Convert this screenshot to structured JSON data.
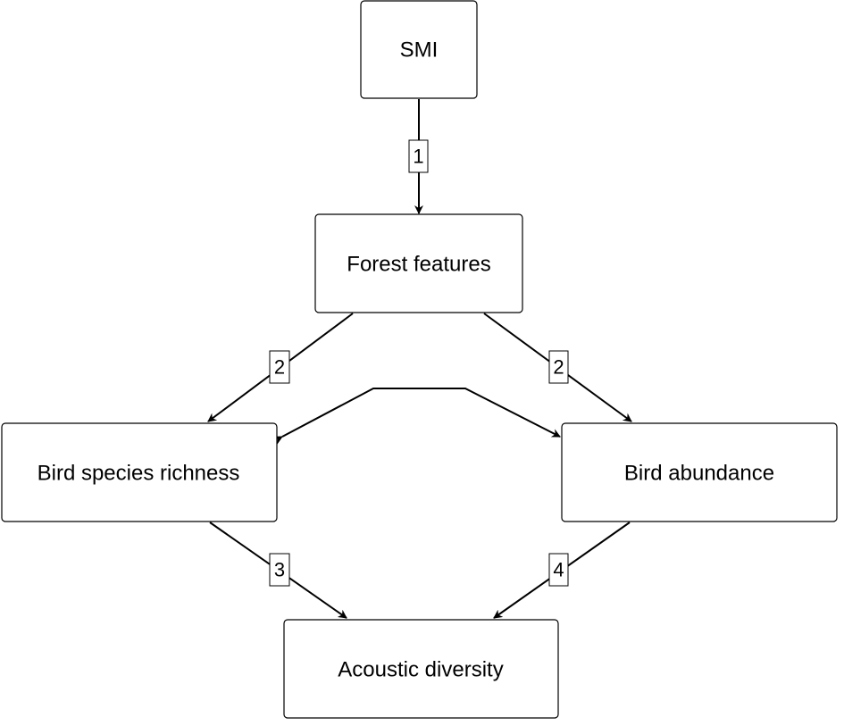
{
  "nodes": {
    "smi": "SMI",
    "forest_features": "Forest features",
    "bird_species_richness": "Bird species richness",
    "bird_abundance": "Bird abundance",
    "acoustic_diversity": "Acoustic diversity"
  },
  "edge_labels": {
    "smi_to_forest": "1",
    "forest_to_richness": "2",
    "forest_to_abundance": "2",
    "richness_to_acoustic": "3",
    "abundance_to_acoustic": "4"
  },
  "colors": {
    "stroke": "#000000",
    "background": "#ffffff"
  }
}
